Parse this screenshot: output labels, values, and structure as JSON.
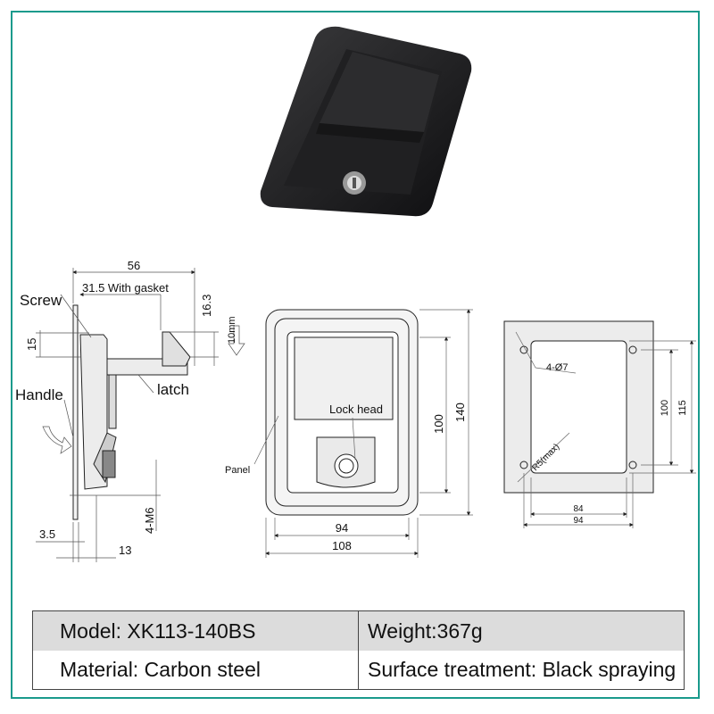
{
  "product_photo": {
    "alt": "black-paddle-latch-photo"
  },
  "side_view": {
    "dim_overall": "56",
    "dim_gasket": "31.5 With gasket",
    "dim_latch_height": "16.3",
    "dim_travel": "10mm",
    "dim_screw_offset": "15",
    "dim_thickness": "3.5",
    "dim_depth": "13",
    "dim_thread": "4-M6",
    "label_screw": "Screw",
    "label_handle": "Handle",
    "label_latch": "latch"
  },
  "front_view": {
    "label_lock_head": "Lock head",
    "label_panel": "Panel",
    "dim_inner_width": "94",
    "dim_outer_width": "108",
    "dim_inner_height": "100",
    "dim_outer_height": "140"
  },
  "cutout_view": {
    "dim_holes": "4-Ø7",
    "dim_radius": "R5(max)",
    "dim_width_cut": "84",
    "dim_width_holes": "94",
    "dim_height_cut": "100",
    "dim_height_holes": "115"
  },
  "specs": {
    "model": "Model: XK113-140BS",
    "weight": "Weight:367g",
    "material": "Material: Carbon steel",
    "surface": "Surface treatment: Black spraying"
  },
  "colors": {
    "frame": "#1a9a8c",
    "header_row": "#dcdcdc"
  }
}
